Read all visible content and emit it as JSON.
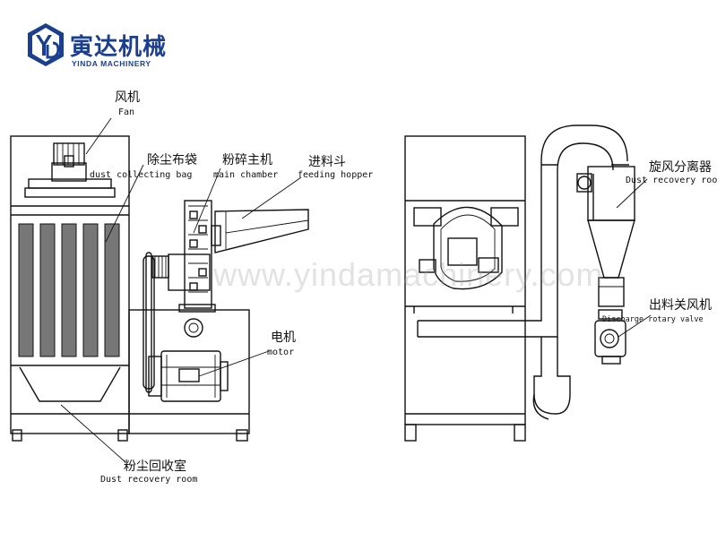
{
  "logo": {
    "cn": "寅达机械",
    "en": "YINDA MACHINERY"
  },
  "watermark": "www.yindamachinery.com",
  "labels": {
    "fan_cn": "风机",
    "fan_en": "Fan",
    "bag_cn": "除尘布袋",
    "bag_en": "dust collecting bag",
    "main_cn": "粉碎主机",
    "main_en": "main chamber",
    "hopper_cn": "进料斗",
    "hopper_en": "feeding hopper",
    "motor_cn": "电机",
    "motor_en": "motor",
    "recovery_cn": "粉尘回收室",
    "recovery_en": "Dust recovery room",
    "cyclone_cn": "旋风分离器",
    "cyclone_en": "Dust recovery room",
    "valve_cn": "出料关风机",
    "valve_en": "Discharge rotary valve"
  },
  "colors": {
    "line": "#111111",
    "brand": "#1b3f8f",
    "bag_fill": "#777777"
  }
}
